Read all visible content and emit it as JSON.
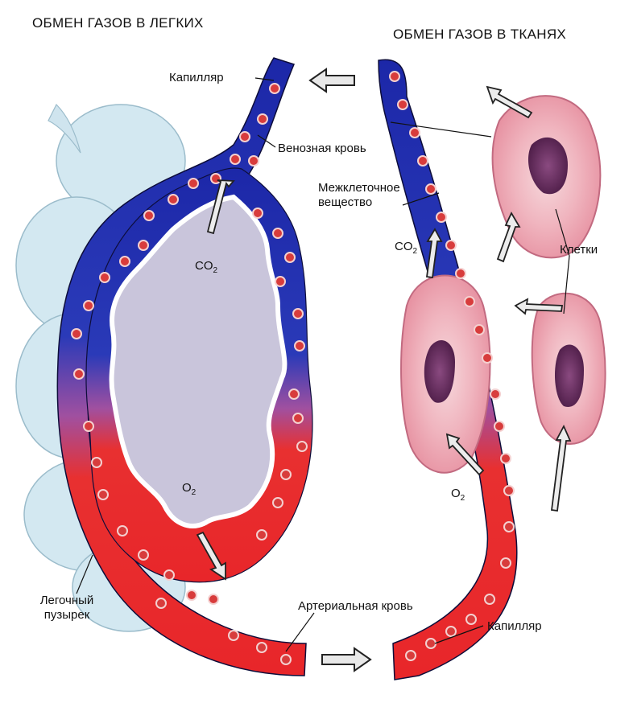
{
  "titles": {
    "left": "ОБМЕН ГАЗОВ В ЛЕГКИХ",
    "right": "ОБМЕН ГАЗОВ В ТКАНЯХ"
  },
  "labels": {
    "capillary_top": "Капилляр",
    "venous_blood": "Венозная кровь",
    "intercellular": "Межклеточное вещество",
    "cells": "Клетки",
    "co2_lung": "CO",
    "co2_lung_sub": "2",
    "o2_lung": "O",
    "o2_lung_sub": "2",
    "co2_tissue": "CO",
    "co2_tissue_sub": "2",
    "o2_tissue": "O",
    "o2_tissue_sub": "2",
    "alveolus": "Легочный пузырек",
    "arterial_blood": "Артериальная кровь",
    "capillary_bottom": "Капилляр"
  },
  "colors": {
    "venous": "#2a2fb0",
    "arterial": "#e8262a",
    "alveolus_fill": "#c8c8dc",
    "lung_bg": "#cfe6f0",
    "cell_fill": "#efb7c0",
    "nucleus": "#6a2a5a",
    "corpuscle": "#d83c3c"
  },
  "icons": [
    "arrow-left-icon",
    "arrow-right-icon",
    "arrow-co2-icon",
    "arrow-o2-icon"
  ]
}
